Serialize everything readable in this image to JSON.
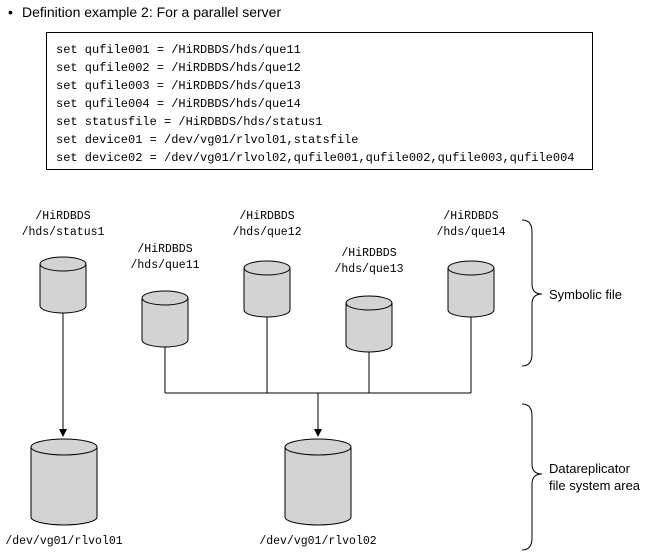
{
  "heading": {
    "bullet": "•",
    "text": "Definition example 2: For a parallel server"
  },
  "code_lines": [
    "set qufile001 = /HiRDBDS/hds/que11",
    "set qufile002 = /HiRDBDS/hds/que12",
    "set qufile003 = /HiRDBDS/hds/que13",
    "set qufile004 = /HiRDBDS/hds/que14",
    "set statusfile = /HiRDBDS/hds/status1",
    "set device01 = /dev/vg01/rlvol01,statsfile",
    "set device02 = /dev/vg01/rlvol02,qufile001,qufile002,qufile003,qufile004"
  ],
  "symbolic_files": {
    "status1": {
      "line1": "/HiRDBDS",
      "line2": "/hds/status1"
    },
    "que11": {
      "line1": "/HiRDBDS",
      "line2": "/hds/que11"
    },
    "que12": {
      "line1": "/HiRDBDS",
      "line2": "/hds/que12"
    },
    "que13": {
      "line1": "/HiRDBDS",
      "line2": "/hds/que13"
    },
    "que14": {
      "line1": "/HiRDBDS",
      "line2": "/hds/que14"
    }
  },
  "devices": {
    "rlvol01": "/dev/vg01/rlvol01",
    "rlvol02": "/dev/vg01/rlvol02"
  },
  "side_labels": {
    "symbolic": "Symbolic file",
    "area_line1": "Datareplicator",
    "area_line2": "file system area"
  }
}
